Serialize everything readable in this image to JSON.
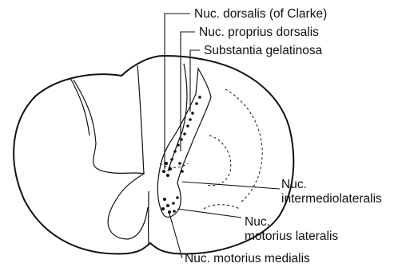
{
  "diagram": {
    "labels": {
      "nuc_dorsalis": "Nuc. dorsalis (of Clarke)",
      "nuc_proprius": "Nuc. proprius dorsalis",
      "substantia": "Substantia gelatinosa",
      "intermedio_1": "Nuc.",
      "intermedio_2": "intermediolateralis",
      "motorius_lat_1": "Nuc.",
      "motorius_lat_2": "motorius lateralis",
      "motorius_med": "Nuc. motorius medialis"
    }
  }
}
